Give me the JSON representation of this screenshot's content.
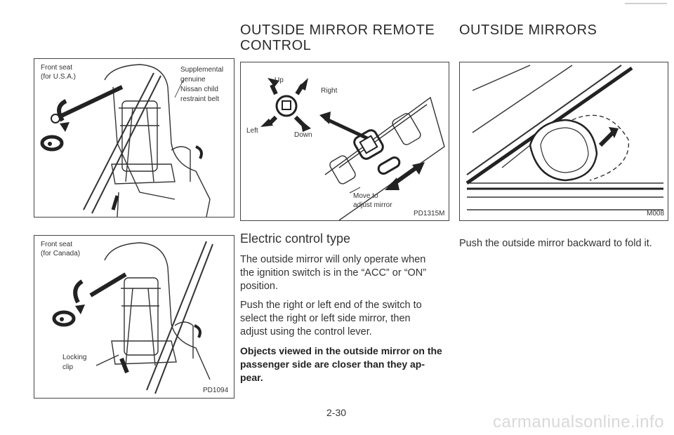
{
  "center": {
    "title_line1": "OUTSIDE MIRROR REMOTE",
    "title_line2": "CONTROL",
    "subheading": "Electric control type",
    "para1_l1": "The outside mirror will only operate when",
    "para1_l2": "the ignition switch is in the “ACC” or “ON”",
    "para1_l3": "position.",
    "para2_l1": "Push the right or left end of the switch to",
    "para2_l2": "select the right or left side mirror, then",
    "para2_l3": "adjust using the control lever.",
    "warn_l1": "Objects viewed in the outside mirror on the",
    "warn_l2": "passenger side are closer than they ap-",
    "warn_l3": "pear."
  },
  "right": {
    "title": "OUTSIDE MIRRORS",
    "text": "Push the outside mirror backward to fold it."
  },
  "figures": {
    "fig1": {
      "label_l1": "Front seat",
      "label_l2": "(for U.S.A.)",
      "callout_l1": "Supplemental",
      "callout_l2": "genuine",
      "callout_l3": "Nissan child",
      "callout_l4": "restraint belt"
    },
    "fig2": {
      "label_l1": "Front seat",
      "label_l2": "(for Canada)",
      "callout_l1": "Locking",
      "callout_l2": "clip",
      "code": "PD1094"
    },
    "fig3": {
      "up": "Up",
      "right": "Right",
      "left": "Left",
      "down": "Down",
      "move_l1": "Move to",
      "move_l2": "adjust mirror",
      "code": "PD1315M"
    },
    "fig4": {
      "code": "M008"
    }
  },
  "page_number": "2-30",
  "watermark": "carmanualsonline.info"
}
